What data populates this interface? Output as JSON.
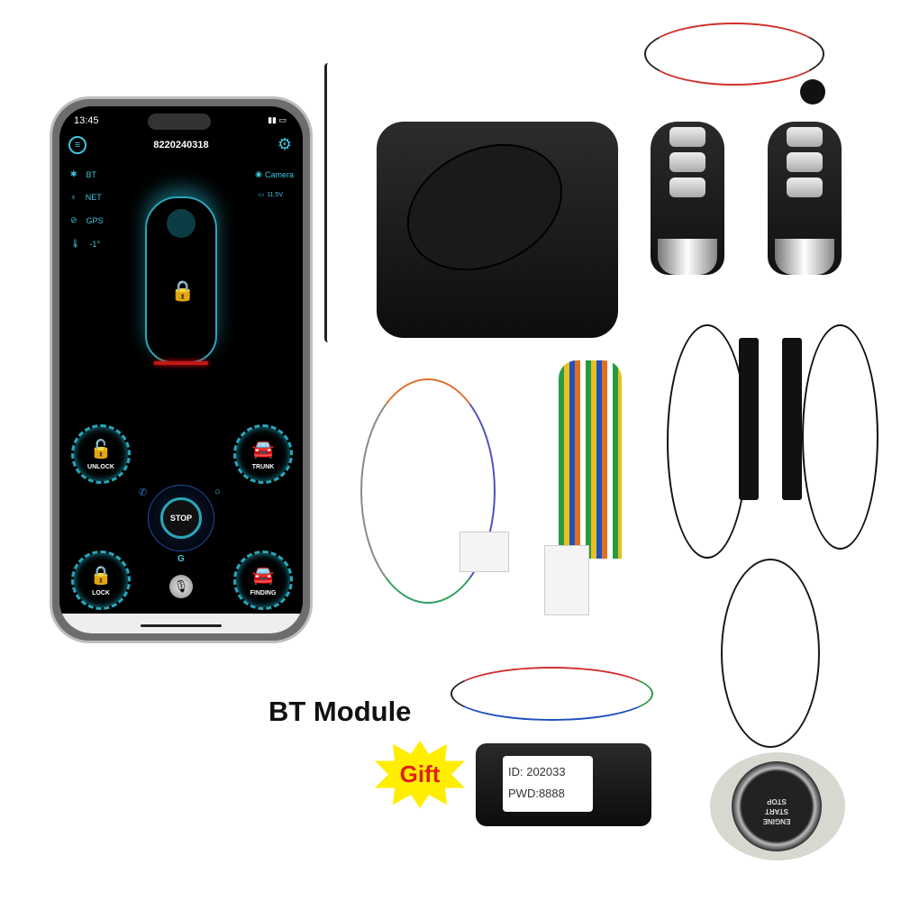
{
  "phone": {
    "time": "13:45",
    "device_id": "8220240318",
    "status": [
      {
        "label": "BT",
        "icon": "bluetooth-icon"
      },
      {
        "label": "NET",
        "icon": "antenna-icon"
      },
      {
        "label": "GPS",
        "icon": "gps-icon"
      },
      {
        "label": "-1°",
        "icon": "thermometer-icon"
      }
    ],
    "camera_label": "Camera",
    "voltage": "11.5V",
    "buttons": {
      "unlock": "UNLOCK",
      "trunk": "TRUNK",
      "lock": "LOCK",
      "finding": "FINDING",
      "stop": "STOP",
      "center_bottom": "G"
    }
  },
  "bt_module": {
    "label": "BT Module",
    "gift": "Gift",
    "id": "ID: 202033",
    "pwd": "PWD:8888"
  },
  "start_button": {
    "line1": "ENGINE",
    "line2": "START",
    "line3": "STOP"
  },
  "colors": {
    "accent": "#3fc6dc",
    "gift_burst": "#ffee00",
    "gift_text": "#e0201a"
  }
}
